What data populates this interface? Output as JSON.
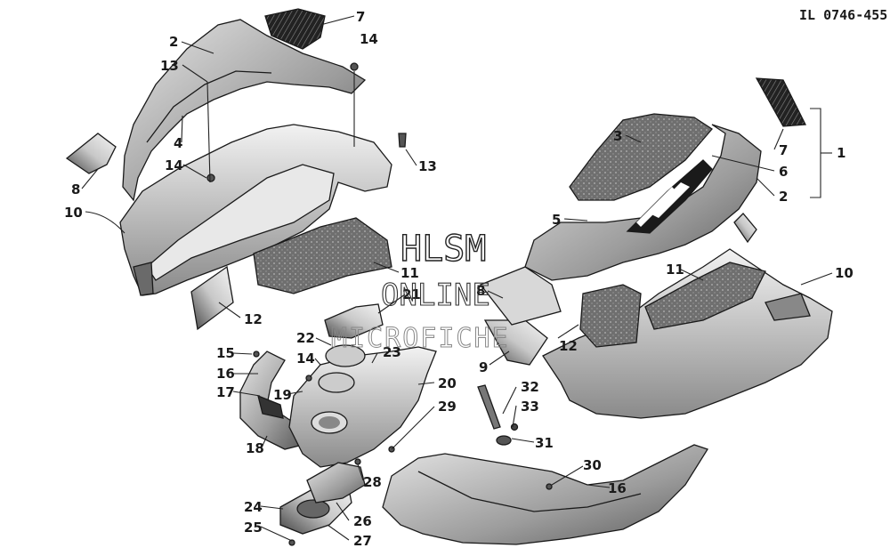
{
  "illustration_id": "IL 0746-455",
  "watermark": {
    "line1": "HLSM",
    "line2": "ONLINE",
    "line3": "MICROFICHE"
  },
  "callouts": [
    "1",
    "2",
    "3",
    "4",
    "5",
    "6",
    "7",
    "8",
    "9",
    "10",
    "11",
    "12",
    "13",
    "14",
    "15",
    "16",
    "17",
    "18",
    "19",
    "20",
    "21",
    "22",
    "23",
    "24",
    "25",
    "26",
    "27",
    "28",
    "29",
    "30",
    "31",
    "32",
    "33"
  ]
}
